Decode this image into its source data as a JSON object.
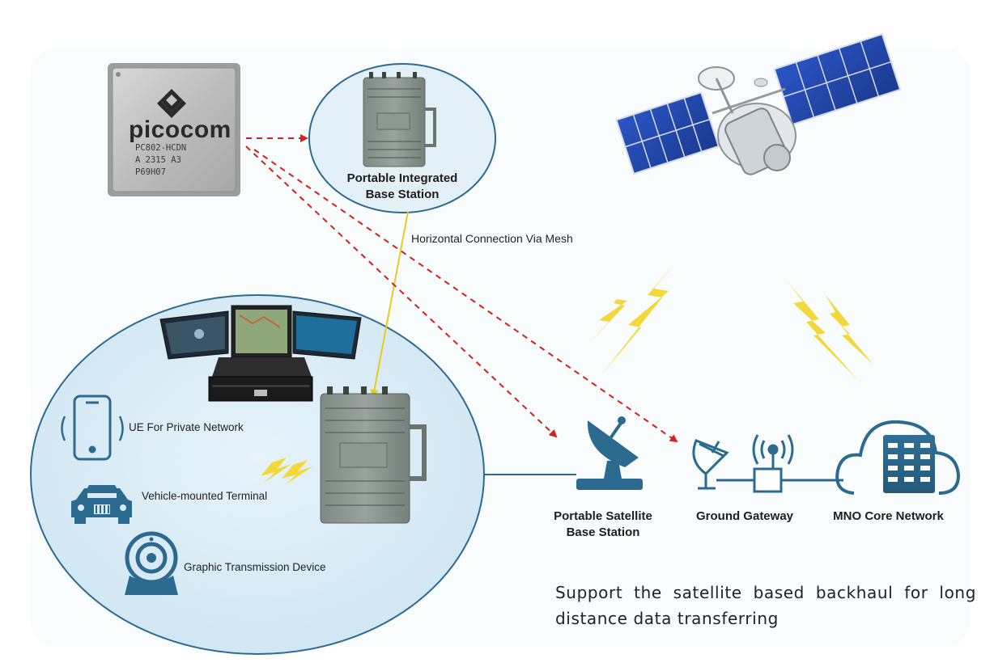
{
  "chip": {
    "brand": "picocom",
    "markings": [
      "PC802-HCDN",
      "A 2315 A3",
      "P69H07"
    ]
  },
  "nodes": {
    "portable_integrated_base_station": {
      "line1": "Portable Integrated",
      "line2": "Base Station"
    },
    "portable_satellite_base_station": {
      "line1": "Portable Satellite",
      "line2": "Base Station"
    },
    "ground_gateway": {
      "label": "Ground Gateway"
    },
    "mno_core_network": {
      "label": "MNO Core Network"
    }
  },
  "links": {
    "mesh_label": "Horizontal Connection Via Mesh"
  },
  "private_network": {
    "items": [
      {
        "label": "UE For Private Network",
        "icon": "smartphone-icon"
      },
      {
        "label": "Vehicle-mounted Terminal",
        "icon": "car-icon"
      },
      {
        "label": "Graphic Transmission Device",
        "icon": "webcam-icon"
      }
    ]
  },
  "caption": "Support the satellite based backhaul for long distance data transferring",
  "colors": {
    "accent_blue": "#2c6a8f",
    "dashed_red": "#d32020",
    "mesh_yellow": "#e7cb1d",
    "lightning": "#f2d83a",
    "bubble_fill": "#d6ebf6"
  }
}
